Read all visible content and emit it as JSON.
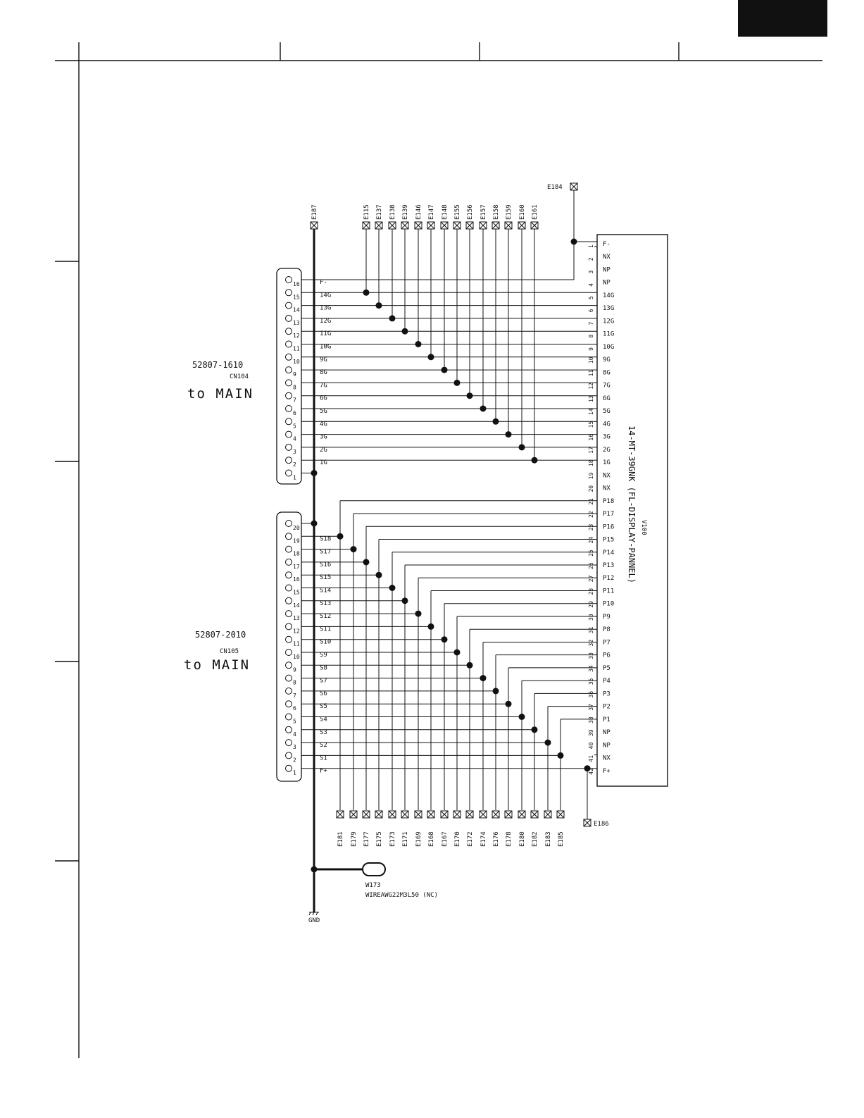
{
  "conn_top": {
    "part_number": "52807-1610",
    "ref": "CN104",
    "dest": "to MAIN",
    "pins": [
      {
        "num": "16",
        "sig": "F-"
      },
      {
        "num": "15",
        "sig": "14G"
      },
      {
        "num": "14",
        "sig": "13G"
      },
      {
        "num": "13",
        "sig": "12G"
      },
      {
        "num": "12",
        "sig": "11G"
      },
      {
        "num": "11",
        "sig": "10G"
      },
      {
        "num": "10",
        "sig": "9G"
      },
      {
        "num": "9",
        "sig": "8G"
      },
      {
        "num": "8",
        "sig": "7G"
      },
      {
        "num": "7",
        "sig": "6G"
      },
      {
        "num": "6",
        "sig": "5G"
      },
      {
        "num": "5",
        "sig": "4G"
      },
      {
        "num": "4",
        "sig": "3G"
      },
      {
        "num": "3",
        "sig": "2G"
      },
      {
        "num": "2",
        "sig": "1G"
      },
      {
        "num": "1",
        "sig": ""
      }
    ]
  },
  "conn_bottom": {
    "part_number": "52807-2010",
    "ref": "CN105",
    "dest": "to MAIN",
    "pins": [
      {
        "num": "20",
        "sig": ""
      },
      {
        "num": "19",
        "sig": "S18"
      },
      {
        "num": "18",
        "sig": "S17"
      },
      {
        "num": "17",
        "sig": "S16"
      },
      {
        "num": "16",
        "sig": "S15"
      },
      {
        "num": "15",
        "sig": "S14"
      },
      {
        "num": "14",
        "sig": "S13"
      },
      {
        "num": "13",
        "sig": "S12"
      },
      {
        "num": "12",
        "sig": "S11"
      },
      {
        "num": "11",
        "sig": "S10"
      },
      {
        "num": "10",
        "sig": "S9"
      },
      {
        "num": "9",
        "sig": "S8"
      },
      {
        "num": "8",
        "sig": "S7"
      },
      {
        "num": "7",
        "sig": "S6"
      },
      {
        "num": "6",
        "sig": "S5"
      },
      {
        "num": "5",
        "sig": "S4"
      },
      {
        "num": "4",
        "sig": "S3"
      },
      {
        "num": "3",
        "sig": "S2"
      },
      {
        "num": "2",
        "sig": "S1"
      },
      {
        "num": "1",
        "sig": "F+"
      }
    ]
  },
  "display": {
    "ref": "V100",
    "part": "14-MT-39GNK (FL-DISPLAY-PANNEL)",
    "pins": [
      {
        "num": "1",
        "sig": "F-"
      },
      {
        "num": "2",
        "sig": "NX"
      },
      {
        "num": "3",
        "sig": "NP"
      },
      {
        "num": "4",
        "sig": "NP"
      },
      {
        "num": "5",
        "sig": "14G"
      },
      {
        "num": "6",
        "sig": "13G"
      },
      {
        "num": "7",
        "sig": "12G"
      },
      {
        "num": "8",
        "sig": "11G"
      },
      {
        "num": "9",
        "sig": "10G"
      },
      {
        "num": "10",
        "sig": "9G"
      },
      {
        "num": "11",
        "sig": "8G"
      },
      {
        "num": "12",
        "sig": "7G"
      },
      {
        "num": "13",
        "sig": "6G"
      },
      {
        "num": "14",
        "sig": "5G"
      },
      {
        "num": "15",
        "sig": "4G"
      },
      {
        "num": "16",
        "sig": "3G"
      },
      {
        "num": "17",
        "sig": "2G"
      },
      {
        "num": "18",
        "sig": "1G"
      },
      {
        "num": "19",
        "sig": "NX"
      },
      {
        "num": "20",
        "sig": "NX"
      },
      {
        "num": "21",
        "sig": "P18"
      },
      {
        "num": "22",
        "sig": "P17"
      },
      {
        "num": "23",
        "sig": "P16"
      },
      {
        "num": "24",
        "sig": "P15"
      },
      {
        "num": "25",
        "sig": "P14"
      },
      {
        "num": "26",
        "sig": "P13"
      },
      {
        "num": "27",
        "sig": "P12"
      },
      {
        "num": "28",
        "sig": "P11"
      },
      {
        "num": "29",
        "sig": "P10"
      },
      {
        "num": "30",
        "sig": "P9"
      },
      {
        "num": "31",
        "sig": "P8"
      },
      {
        "num": "32",
        "sig": "P7"
      },
      {
        "num": "33",
        "sig": "P6"
      },
      {
        "num": "34",
        "sig": "P5"
      },
      {
        "num": "35",
        "sig": "P4"
      },
      {
        "num": "36",
        "sig": "P3"
      },
      {
        "num": "37",
        "sig": "P2"
      },
      {
        "num": "38",
        "sig": "P1"
      },
      {
        "num": "39",
        "sig": "NP"
      },
      {
        "num": "40",
        "sig": "NP"
      },
      {
        "num": "41",
        "sig": "NX"
      },
      {
        "num": "42",
        "sig": "F+"
      }
    ]
  },
  "top_terms": [
    "E115",
    "E137",
    "E138",
    "E139",
    "E146",
    "E147",
    "E148",
    "E155",
    "E156",
    "E157",
    "E158",
    "E159",
    "E160",
    "E161"
  ],
  "bottom_terms": [
    "E181",
    "E179",
    "E177",
    "E175",
    "E173",
    "E171",
    "E169",
    "E168",
    "E167",
    "E170",
    "E172",
    "E174",
    "E176",
    "E178",
    "E180",
    "E182",
    "E183",
    "E185"
  ],
  "gnd_term": "E187",
  "fminus_term": "E184",
  "fplus_term": "E186",
  "wire": {
    "ref": "W173",
    "desc": "WIREAWG22M3L50 (NC)"
  },
  "ground_label": "GND"
}
